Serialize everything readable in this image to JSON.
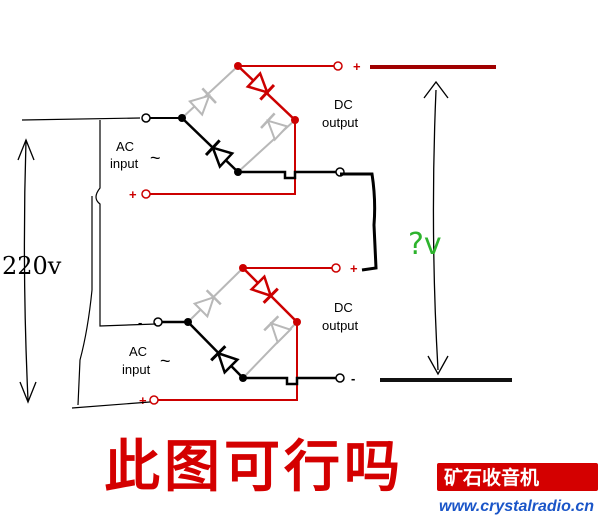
{
  "colors": {
    "wire": "#000000",
    "dc_wire": "#cc0000",
    "rail": "#a00000",
    "diode_inactive": "#b8b8b8",
    "title": "#d40000",
    "question": "#2db32d",
    "watermark_bg": "#d40000",
    "watermark_url": "#1a55c8"
  },
  "top_rectifier": {
    "ac_label": "AC",
    "input_label": "input",
    "tilde": "~",
    "dc_label": "DC",
    "output_label": "output",
    "plus_out": "+",
    "plus_in": "+"
  },
  "bottom_rectifier": {
    "ac_label": "AC",
    "input_label": "input",
    "tilde": "~",
    "dc_label": "DC",
    "output_label": "output",
    "plus_out": "+",
    "minus_out": "-",
    "plus_in": "+",
    "minus_in": "-"
  },
  "annotations": {
    "input_voltage": "220v",
    "output_question": "?v"
  },
  "title": "此图可行吗",
  "watermark": {
    "name": "矿石收音机",
    "url": "www.crystalradio.cn"
  },
  "icons": {
    "diode": "diode-icon",
    "terminal": "terminal-ring-icon",
    "arrow": "double-arrow-icon"
  }
}
